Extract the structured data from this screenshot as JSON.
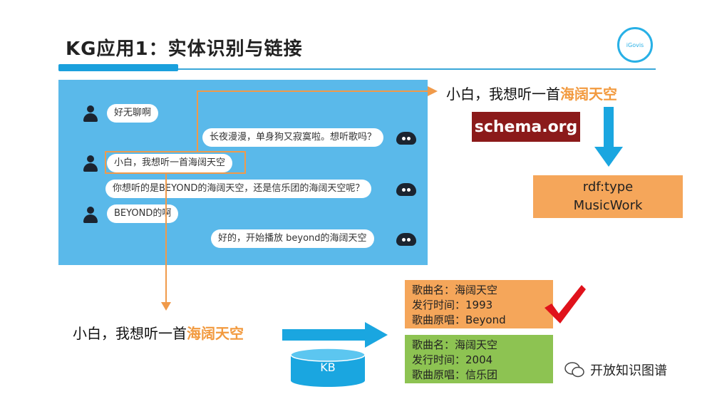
{
  "title": "KG应用1：实体识别与链接",
  "logo_text": "iGovis",
  "chat": [
    {
      "side": "user",
      "text": "好无聊啊"
    },
    {
      "side": "bot",
      "text": "长夜漫漫，单身狗又寂寞啦。想听歌吗？"
    },
    {
      "side": "user",
      "text": "小白，我想听一首海阔天空"
    },
    {
      "side": "bot",
      "text": "你想听的是BEYOND的海阔天空，还是信乐团的海阔天空呢？"
    },
    {
      "side": "user",
      "text": "BEYOND的啊"
    },
    {
      "side": "bot",
      "text": "好的，开始播放 beyond的海阔天空"
    }
  ],
  "query_prefix": "小白，我想听一首",
  "query_entity": "海阔天空",
  "schema_label": "schema.org",
  "rdf": {
    "line1": "rdf:type",
    "line2": "MusicWork"
  },
  "kb_label": "KB",
  "candidates": [
    {
      "name": "歌曲名：海阔天空",
      "date": "发行时间：1993",
      "artist": "歌曲原唱：Beyond",
      "selected": true
    },
    {
      "name": "歌曲名：海阔天空",
      "date": "发行时间：2004",
      "artist": "歌曲原唱：信乐团",
      "selected": false
    }
  ],
  "watermark": "开放知识图谱",
  "colors": {
    "accent": "#1aa0dd",
    "chat_bg": "#5ab9ea",
    "entity": "#f29a3f",
    "schema": "#8b1a1a",
    "rdf": "#f5a65a",
    "kb": "#1aa6e0",
    "check": "#e0121b",
    "candidate_green": "#8dc352"
  }
}
